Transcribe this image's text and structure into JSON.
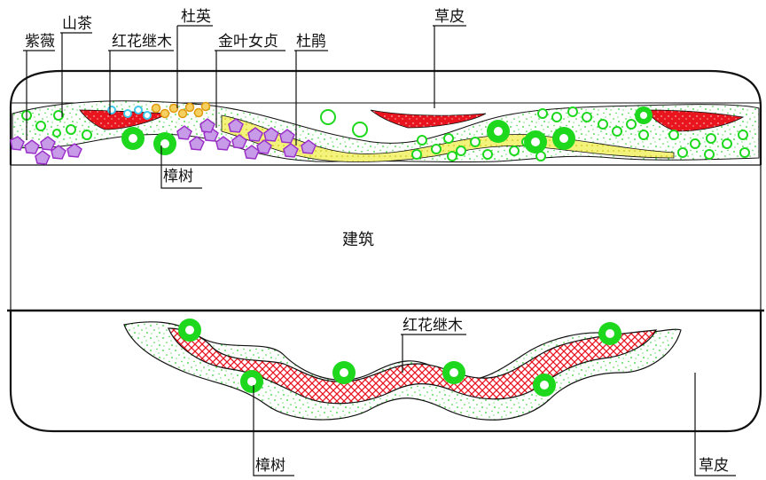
{
  "labels": {
    "crape_myrtle": "紫薇",
    "camellia": "山茶",
    "loropetalum_top": "红花继木",
    "azalea_duying": "杜英",
    "golden_privet": "金叶女贞",
    "rhododendron": "杜鹃",
    "lawn_top": "草皮",
    "camphor_top": "樟树",
    "building": "建筑",
    "loropetalum_bottom": "红花继木",
    "camphor_bottom": "樟树",
    "lawn_bottom": "草皮"
  },
  "colors": {
    "green": "#1ed81e",
    "red": "#e8141e",
    "purple": "#9b2fc9",
    "yellow": "#f1f06a",
    "orange": "#f0b020",
    "cyan": "#3cc8e8",
    "line": "#111111"
  }
}
